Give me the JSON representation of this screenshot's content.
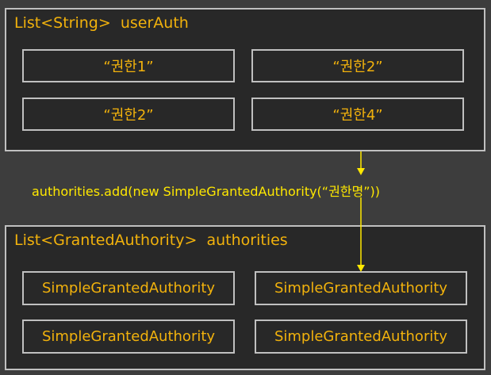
{
  "top_panel": {
    "title": "List<String>  userAuth",
    "items": [
      "“권한1”",
      "“권한2”",
      "“권한2”",
      "“권한4”"
    ]
  },
  "connector": {
    "label": "authorities.add(new SimpleGrantedAuthority(“권한명”))"
  },
  "bottom_panel": {
    "title": "List<GrantedAuthority>  authorities",
    "items": [
      "SimpleGrantedAuthority",
      "SimpleGrantedAuthority",
      "SimpleGrantedAuthority",
      "SimpleGrantedAuthority"
    ]
  },
  "colors": {
    "text": "#f2b20c",
    "arrow": "#ffe800",
    "border": "#c0c0c0"
  }
}
